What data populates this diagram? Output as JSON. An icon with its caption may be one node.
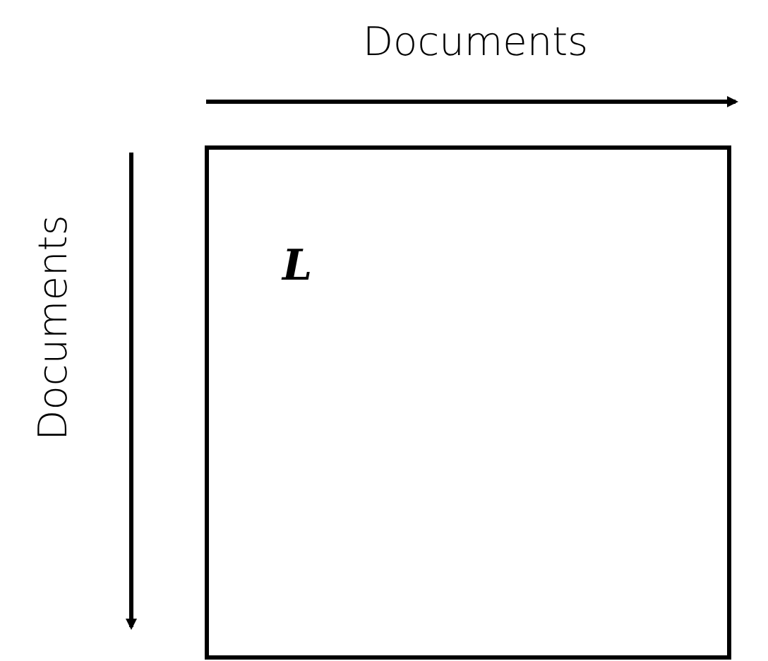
{
  "diagram": {
    "nodes": [
      {
        "text": [
          "L"
        ]
      }
    ],
    "labels": [
      "Documents",
      "Documents"
    ]
  }
}
